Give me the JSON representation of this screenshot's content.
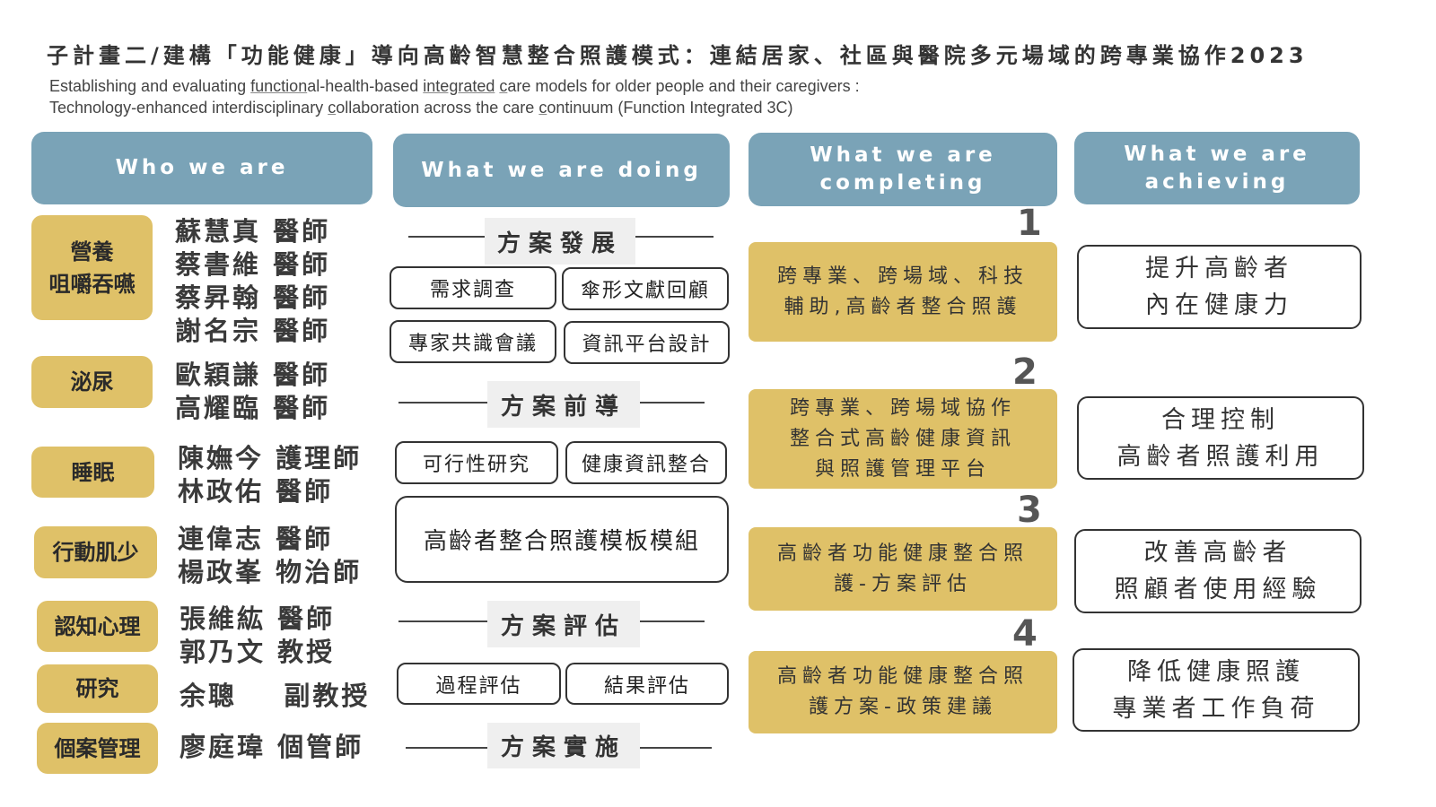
{
  "title": "子計畫二/建構「功能健康」導向高齡智慧整合照護模式：連結居家、社區與醫院多元場域的跨專業協作2023",
  "subtitle": {
    "line1_parts": [
      "Establishing and evaluating ",
      "function",
      "al-health-based ",
      "integrated",
      " ",
      "c",
      "are models for older people and their caregivers :"
    ],
    "line2_parts": [
      "Technology-enhanced interdisciplinary ",
      "c",
      "ollaboration across the care ",
      "c",
      "ontinuum (Function Integrated 3C)"
    ]
  },
  "headers": {
    "who": "Who we are",
    "doing": "What we are doing",
    "completing": "What we are completing",
    "achieving": "What we are achieving"
  },
  "who": [
    {
      "category": "營養\n咀嚼吞嚥",
      "members": "蘇慧真 醫師\n蔡書維 醫師\n蔡昇翰 醫師\n謝名宗 醫師"
    },
    {
      "category": "泌尿",
      "members": "歐穎謙 醫師\n高耀臨 醫師"
    },
    {
      "category": "睡眠",
      "members": "陳嫵今 護理師\n林政佑 醫師"
    },
    {
      "category": "行動肌少",
      "members": "連偉志 醫師\n楊政峯 物治師"
    },
    {
      "category": "認知心理",
      "members": "張維紘 醫師\n郭乃文 教授"
    },
    {
      "category": "研究",
      "members": "余聰    副教授"
    },
    {
      "category": "個案管理",
      "members": "廖庭瑋 個管師"
    }
  ],
  "doing": {
    "sections": [
      "方案發展",
      "方案前導",
      "方案評估",
      "方案實施"
    ],
    "items": [
      "需求調查",
      "傘形文獻回顧",
      "專家共識會議",
      "資訊平台設計",
      "可行性研究",
      "健康資訊整合",
      "高齡者整合照護模板模組",
      "過程評估",
      "結果評估"
    ]
  },
  "completing": [
    {
      "number": "1",
      "text": "跨專業、跨場域、科技\n輔助,高齡者整合照護"
    },
    {
      "number": "2",
      "text": "跨專業、跨場域協作\n整合式高齡健康資訊\n與照護管理平台"
    },
    {
      "number": "3",
      "text": "高齡者功能健康整合照\n護-方案評估"
    },
    {
      "number": "4",
      "text": "高齡者功能健康整合照\n護方案-政策建議"
    }
  ],
  "achieving": [
    "提升高齡者\n內在健康力",
    "合理控制\n高齡者照護利用",
    "改善高齡者\n照顧者使用經驗",
    "降低健康照護\n專業者工作負荷"
  ],
  "colors": {
    "header_blue": "#7aa3b7",
    "gold": "#dfc168"
  }
}
